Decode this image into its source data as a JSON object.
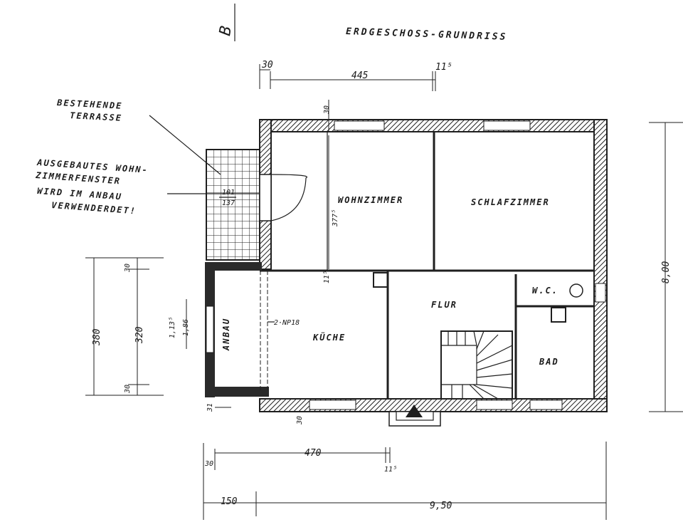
{
  "title": "ERDGESCHOSS-GRUNDRISS",
  "corner_mark": "B",
  "rooms": {
    "wohnzimmer": "WOHNZIMMER",
    "schlafzimmer": "SCHLAFZIMMER",
    "kueche": "KÜCHE",
    "flur": "FLUR",
    "wc": "W.C.",
    "bad": "BAD",
    "anbau": "ANBAU"
  },
  "notes": {
    "terrasse_line1": "BESTEHENDE",
    "terrasse_line2": "TERRASSE",
    "fenster_line1": "AUSGEBAUTES WOHN-",
    "fenster_line2": "ZIMMERFENSTER",
    "fenster_line3": "WIRD IM ANBAU",
    "fenster_line4": "VERWENDERDET!",
    "window_size_a": "101",
    "window_size_b": "137",
    "beam": "2·NP18"
  },
  "dimensions": {
    "top_30": "30",
    "top_445": "445",
    "top_115": "11⁵",
    "wall_30_top": "30",
    "height_377": "377⁵",
    "right_800": "8,00",
    "left_380": "380",
    "left_30_top": "30",
    "left_320": "320",
    "left_30_bottom": "30",
    "left_sill_a": "1,13⁵",
    "left_sill_b": "1,86",
    "inner_11": "11⁵",
    "bottom_31": "31",
    "bottom_30": "30",
    "bottom_30b": "30",
    "bottom_470": "470",
    "bottom_115": "11⁵",
    "bottom_150": "150",
    "bottom_950": "9,50"
  }
}
